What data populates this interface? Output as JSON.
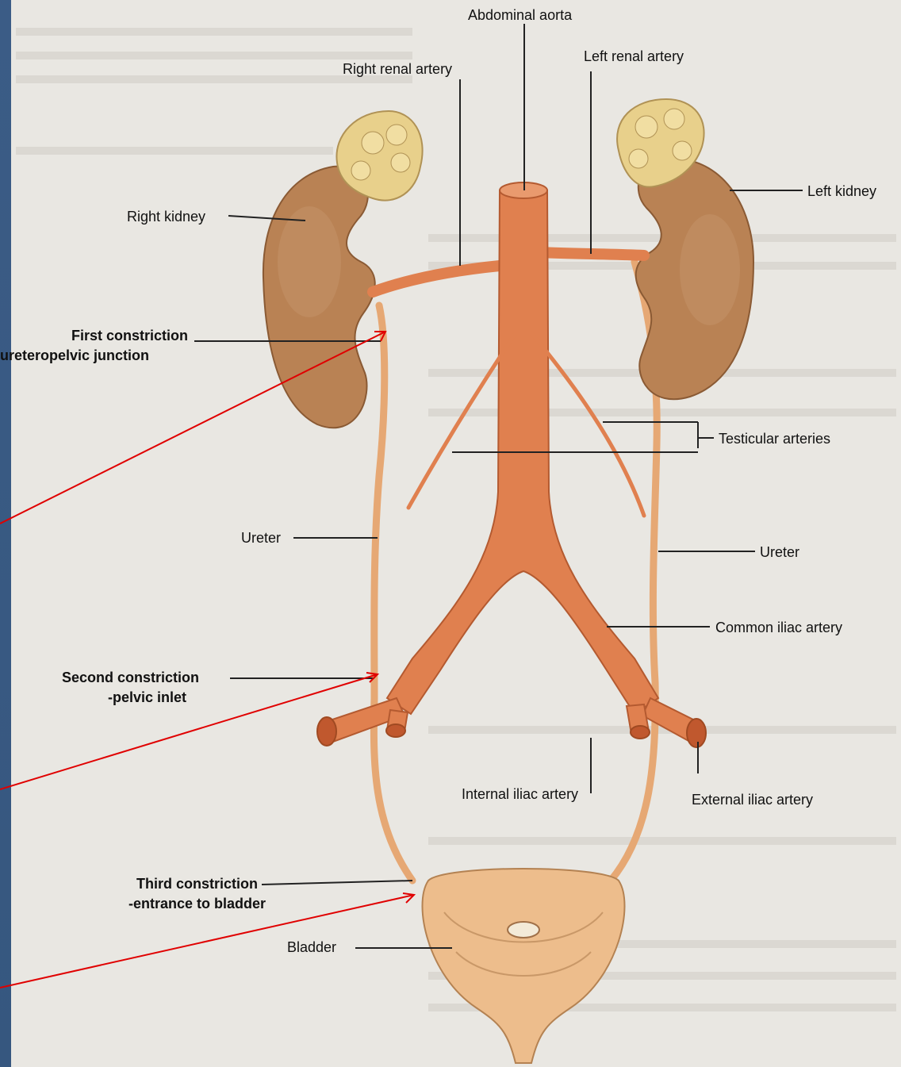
{
  "colors": {
    "background": "#e9e7e2",
    "kidney": "#b98254",
    "artery": "#e0804f",
    "adrenal": "#e8d08b",
    "pointer_line": "#e00000",
    "leader_line": "#222222"
  },
  "labels": {
    "abdominal_aorta": "Abdominal aorta",
    "right_renal_artery": "Right renal artery",
    "left_renal_artery": "Left renal artery",
    "left_kidney": "Left kidney",
    "right_kidney": "Right kidney",
    "first_constriction": "First constriction",
    "ureteropelvic_junction": "ureteropelvic junction",
    "testicular_arteries": "Testicular arteries",
    "ureter_left_side": "Ureter",
    "ureter_right_side": "Ureter",
    "common_iliac_artery": "Common iliac artery",
    "second_constriction": "Second constriction",
    "pelvic_inlet": "-pelvic inlet",
    "internal_iliac_artery": "Internal iliac artery",
    "external_iliac_artery": "External iliac artery",
    "third_constriction": "Third constriction",
    "entrance_to_bladder": "-entrance to bladder",
    "bladder": "Bladder"
  }
}
